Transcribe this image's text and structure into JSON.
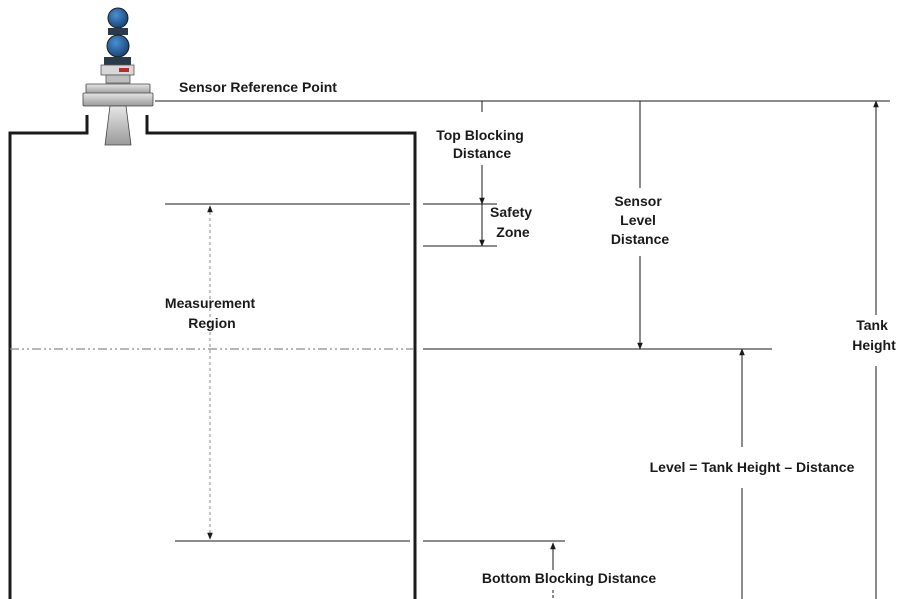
{
  "labels": {
    "sensor_reference_point": "Sensor Reference Point",
    "top_blocking_distance": [
      "Top Blocking",
      "Distance"
    ],
    "safety_zone": [
      "Safety",
      "Zone"
    ],
    "sensor_level_distance": [
      "Sensor",
      "Level",
      "Distance"
    ],
    "tank_height": [
      "Tank",
      "Height"
    ],
    "measurement_region": [
      "Measurement",
      "Region"
    ],
    "level_formula": "Level = Tank Height – Distance",
    "bottom_blocking_distance": "Bottom Blocking Distance"
  },
  "colors": {
    "line": "#1a1a1a",
    "dashed": "#8a8a8a",
    "sensor_blue": "#1f5fa0",
    "sensor_dark": "#2b3a4a",
    "flange": "#c8c8c8"
  }
}
